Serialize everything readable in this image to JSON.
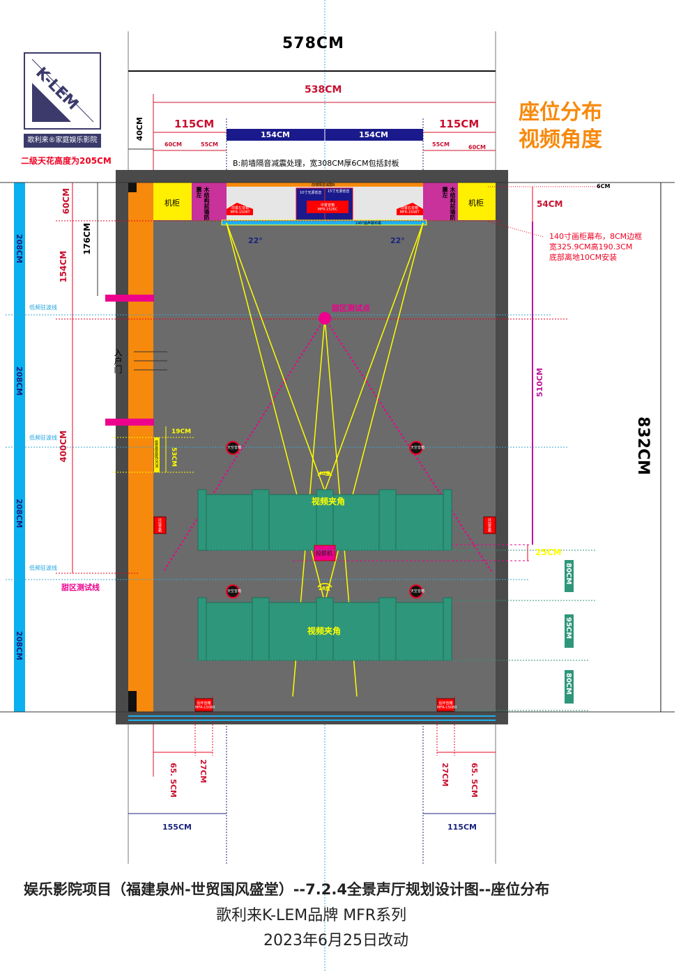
{
  "logo": {
    "brand": "K-LEM",
    "tagline": "歌利来®家庭娱乐影院"
  },
  "notes": {
    "ceiling": "二级天花高度为205CM",
    "title_right": [
      "座位分布",
      "视频角度"
    ],
    "screen_note": [
      "140寸画柜幕布，8CM边框",
      "宽325.9CM高190.3CM",
      "底部离地10CM安装"
    ],
    "front_wall": "B:前墙隔音减震处理，宽308CM厚6CM包括封板"
  },
  "dims": {
    "total_width": "578CM",
    "inner_width": "538CM",
    "side_left": "115CM",
    "side_right": "115CM",
    "screen_half_left": "154CM",
    "screen_half_right": "154CM",
    "d60_l": "60CM",
    "d55_l": "55CM",
    "d55_r": "55CM",
    "d60_r": "60CM",
    "d40": "40CM",
    "d6": "6CM",
    "d54": "54CM",
    "d510": "510CM",
    "d25": "25CM",
    "d832": "832CM",
    "d80a": "80CM",
    "d95": "95CM",
    "d80b": "80CM",
    "left_60": "60CM",
    "left_154": "154CM",
    "left_176": "176CM",
    "left_400": "400CM",
    "d19": "19CM",
    "d53": "53CM",
    "rear_65_l": "65. 5CM",
    "rear_27_l": "27CM",
    "rear_27_r": "27CM",
    "rear_65_r": "65. 5CM",
    "bottom_155": "155CM",
    "bottom_115": "115CM",
    "bar": [
      "208CM",
      "208CM",
      "208CM",
      "208CM"
    ]
  },
  "room": {
    "cabinet_left": "机柜",
    "cabinet_right": "机柜",
    "wood_left": "木结构前墙防震左",
    "wood_right": "木结构前墙防震左",
    "front_strip": "前墙隔音减震B",
    "sub_left": "10寸无源低音",
    "sub_right": "15寸无源低音",
    "center": [
      "中置音箱",
      "MFR-1526C"
    ],
    "front_left": [
      "前置左音箱",
      "MFR-1508T"
    ],
    "front_right": [
      "前置右音箱",
      "MFR-1508T"
    ],
    "screen_label": "140°画声幕布幕",
    "angle_left": "22°",
    "angle_right": "22°",
    "sweet_point": "甜区测试点",
    "sweet_line": "甜区测试线",
    "door": "入户门",
    "low_freq": [
      "低频驻波线",
      "低频驻波线",
      "低频驻波线"
    ],
    "angle1": "40度",
    "angle2": "28度",
    "view_angle1": "视频夹角",
    "view_angle2": "视频夹角",
    "projector": "投影机",
    "ceiling_spk": "天空音箱",
    "side_spk": "环绕音箱",
    "rear_spk": [
      "后环音箱",
      "MFR-1508R"
    ],
    "yellow_tag": "低音炮高度53CM"
  },
  "footer": {
    "line1": "娱乐影院项目（福建泉州-世贸国风盛堂）--7.2.4全景声厅规划设计图--座位分布",
    "line2": "歌利来K-LEM品牌  MFR系列",
    "line3": "2023年6月25日改动"
  }
}
